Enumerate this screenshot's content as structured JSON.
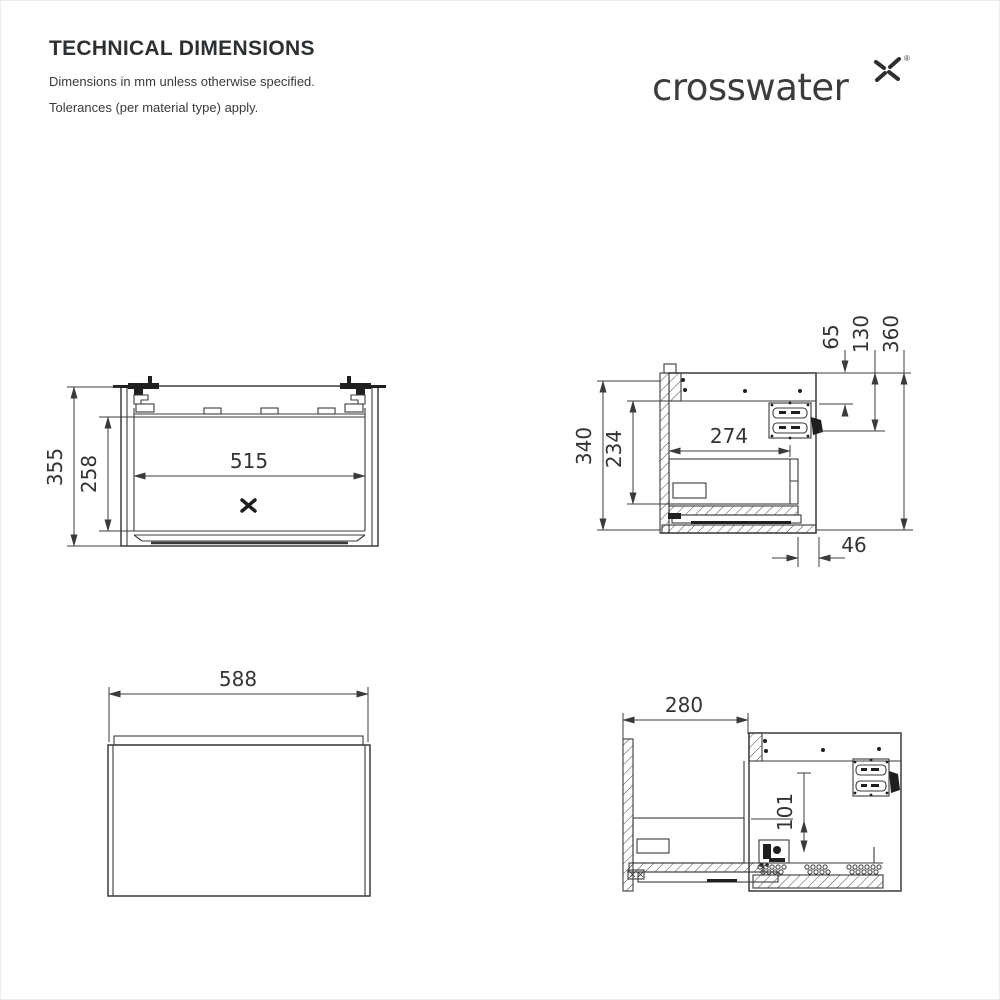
{
  "page": {
    "background": "#ffffff",
    "line_color": "#3b3b3b",
    "text_color": "#333333"
  },
  "header": {
    "title": "TECHNICAL DIMENSIONS",
    "note1": "Dimensions in mm unless otherwise specified.",
    "note2": "Tolerances (per material type) apply.",
    "brand": {
      "name": "crosswater",
      "registered": "®",
      "mark_icon": "crosswater-x-icon"
    }
  },
  "views": {
    "front": {
      "overall_height_mm": "355",
      "drawer_front_height_mm": "258",
      "internal_width_mm": "515"
    },
    "side": {
      "carcass_height_mm": "340",
      "drawer_box_height_mm": "234",
      "internal_depth_mm": "274",
      "bracket_top_offset_mm": "65",
      "bracket_bottom_offset_mm": "130",
      "overall_height_mm": "360",
      "front_clearance_mm": "46"
    },
    "top": {
      "overall_width_mm": "588"
    },
    "side_extended": {
      "drawer_extension_mm": "280",
      "runner_height_mm": "101"
    }
  }
}
